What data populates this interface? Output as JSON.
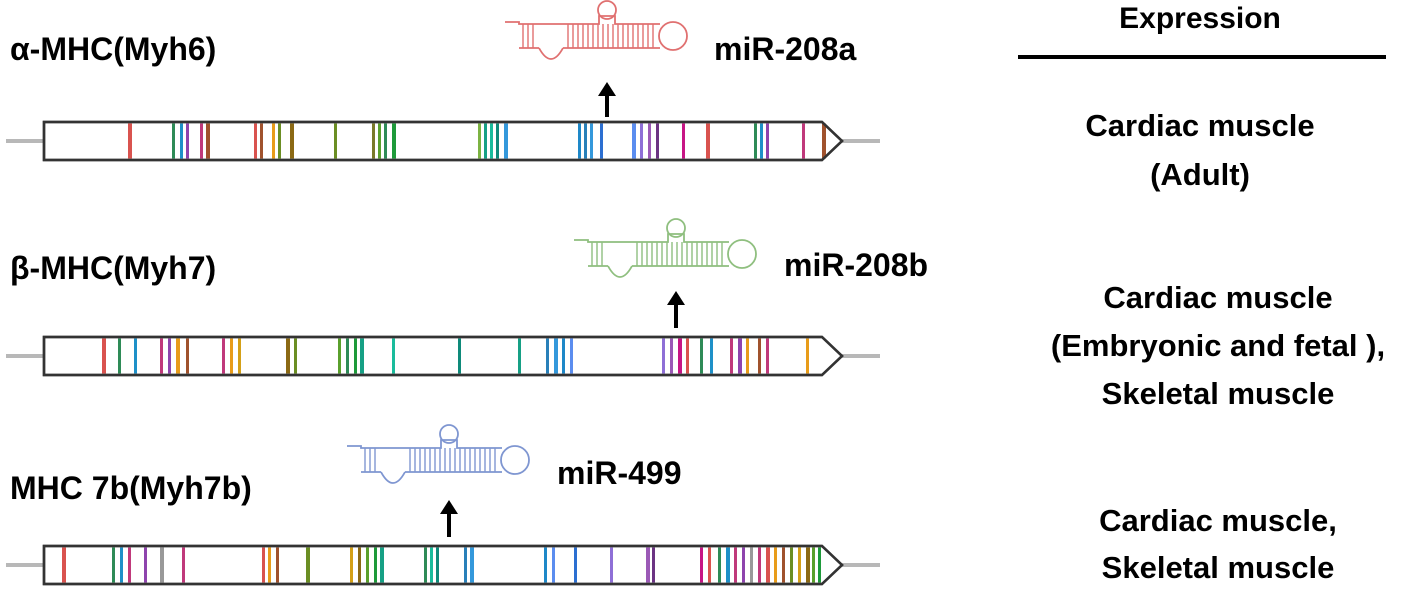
{
  "header": {
    "expression_title": "Expression"
  },
  "genes": [
    {
      "name": "α-MHC(Myh6)",
      "mirna": "miR-208a",
      "mirna_color": "#e07070",
      "expression_lines": [
        "Cardiac muscle",
        "(Adult)"
      ],
      "exon_colors": [
        "#d9534f",
        "#2e8b57",
        "#1e90c8",
        "#8e44ad",
        "#c0397b",
        "#a0522d",
        "#d9534f",
        "#a0522d",
        "#e89c1a",
        "#6b8e23",
        "#8b6914",
        "#6b8e23",
        "#7a7a2a",
        "#5aa02c",
        "#2e8b57",
        "#1e9a3a",
        "#7cb342",
        "#16a085",
        "#1abc9c",
        "#0e8a7a",
        "#3498db",
        "#1e88c8",
        "#2980b9",
        "#3498db",
        "#2c6fd1",
        "#5b8def",
        "#8e6fd6",
        "#9b59b6",
        "#6c3483",
        "#c71585"
      ]
    },
    {
      "name": "β-MHC(Myh7)",
      "mirna": "miR-208b",
      "mirna_color": "#8fbf7f",
      "expression_lines": [
        "Cardiac muscle",
        "(Embryonic and fetal ),",
        "Skeletal muscle"
      ],
      "exon_colors": [
        "#d9534f",
        "#2e8b57",
        "#1e90c8",
        "#c0397b",
        "#8e44ad",
        "#e89c1a",
        "#a0522d",
        "#c0397b",
        "#e89c1a",
        "#d4a017",
        "#8b6914",
        "#6b8e23",
        "#5aa02c",
        "#2e8b57",
        "#1e9a3a",
        "#16a085",
        "#1abc9c",
        "#0e8a7a",
        "#16a085",
        "#2980b9",
        "#3498db",
        "#1e88c8",
        "#5b8def",
        "#8e6fd6",
        "#9b59b6",
        "#c71585"
      ]
    },
    {
      "name": "MHC 7b(Myh7b)",
      "mirna": "miR-499",
      "mirna_color": "#7f96d1",
      "expression_lines": [
        "Cardiac muscle,",
        "Skeletal muscle"
      ],
      "exon_colors": [
        "#d9534f",
        "#2e8b57",
        "#1e90c8",
        "#c0397b",
        "#8e44ad",
        "#999999",
        "#c0397b",
        "#d9534f",
        "#e89c1a",
        "#a0522d",
        "#6b8e23",
        "#d4a017",
        "#8b6914",
        "#5aa02c",
        "#1e9a3a",
        "#16a085",
        "#2e8b57",
        "#1abc9c",
        "#0e8a7a",
        "#2980b9",
        "#3498db",
        "#1e88c8",
        "#5b8def",
        "#2c6fd1",
        "#8e6fd6",
        "#9b59b6",
        "#6c3483",
        "#c71585"
      ]
    }
  ]
}
